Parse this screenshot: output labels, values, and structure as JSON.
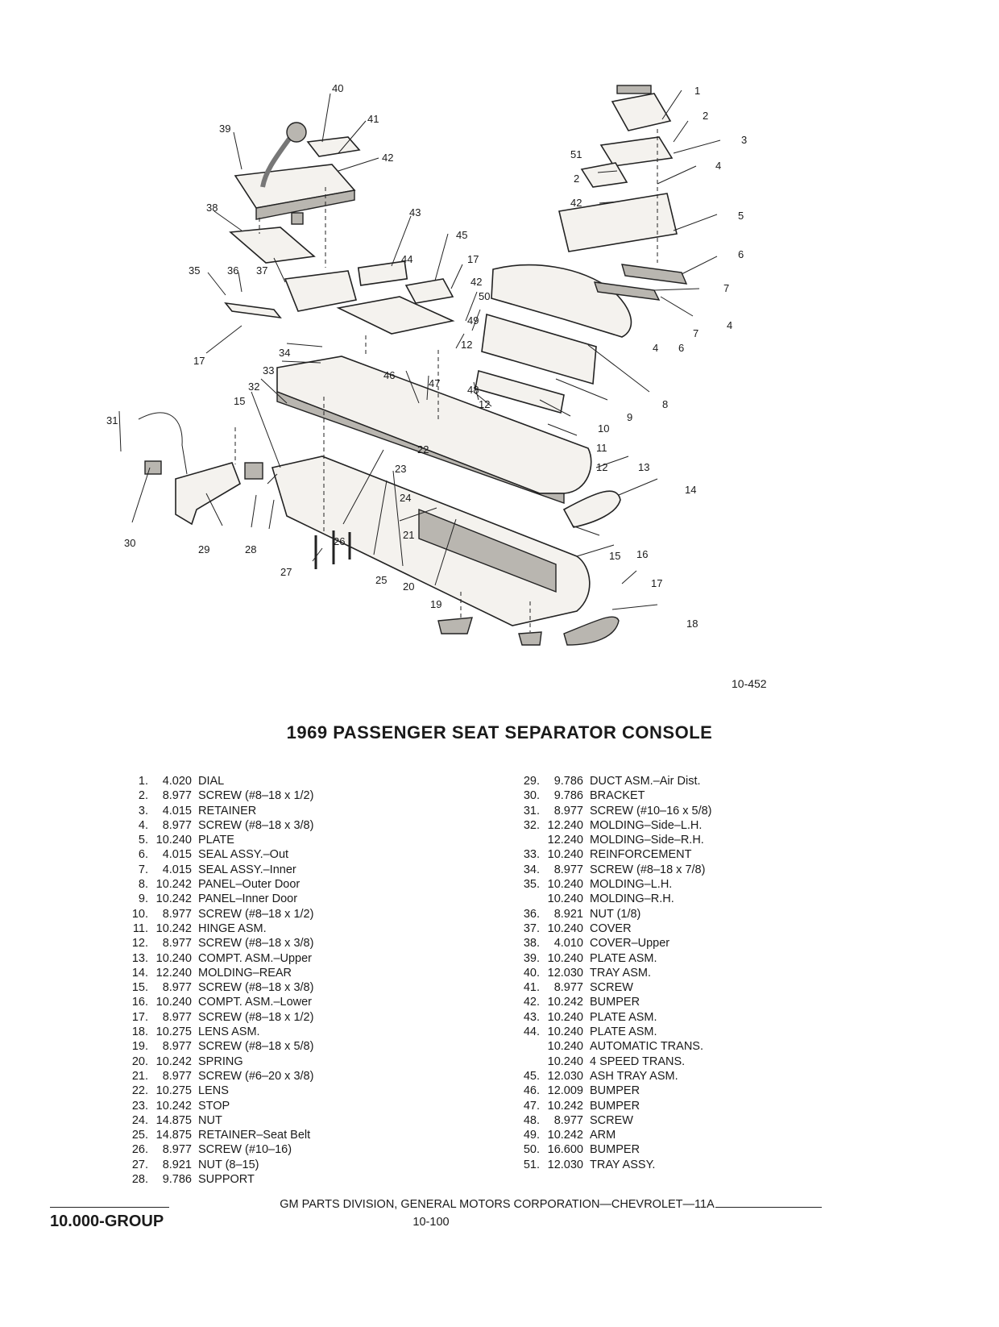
{
  "diagram": {
    "callouts": [
      "1",
      "2",
      "3",
      "4",
      "5",
      "6",
      "7",
      "7",
      "4",
      "4",
      "6",
      "8",
      "9",
      "10",
      "11",
      "12",
      "13",
      "14",
      "15",
      "16",
      "17",
      "18",
      "19",
      "20",
      "21",
      "22",
      "23",
      "24",
      "25",
      "26",
      "27",
      "28",
      "29",
      "30",
      "31",
      "32",
      "33",
      "34",
      "35",
      "36",
      "37",
      "38",
      "39",
      "40",
      "41",
      "42",
      "43",
      "44",
      "45",
      "17",
      "42",
      "50",
      "49",
      "12",
      "48",
      "12",
      "46",
      "47",
      "15",
      "17",
      "51",
      "2",
      "42"
    ],
    "figure_number": "10-452"
  },
  "title": "1969 PASSENGER SEAT SEPARATOR CONSOLE",
  "parts_left": [
    {
      "no": "1.",
      "code": "4.020",
      "desc": "DIAL"
    },
    {
      "no": "2.",
      "code": "8.977",
      "desc": "SCREW (#8–18 x 1/2)"
    },
    {
      "no": "3.",
      "code": "4.015",
      "desc": "RETAINER"
    },
    {
      "no": "4.",
      "code": "8.977",
      "desc": "SCREW (#8–18 x 3/8)"
    },
    {
      "no": "5.",
      "code": "10.240",
      "desc": "PLATE"
    },
    {
      "no": "6.",
      "code": "4.015",
      "desc": "SEAL ASSY.–Out"
    },
    {
      "no": "7.",
      "code": "4.015",
      "desc": "SEAL ASSY.–Inner"
    },
    {
      "no": "8.",
      "code": "10.242",
      "desc": "PANEL–Outer Door"
    },
    {
      "no": "9.",
      "code": "10.242",
      "desc": "PANEL–Inner Door"
    },
    {
      "no": "10.",
      "code": "8.977",
      "desc": "SCREW (#8–18 x 1/2)"
    },
    {
      "no": "11.",
      "code": "10.242",
      "desc": "HINGE ASM."
    },
    {
      "no": "12.",
      "code": "8.977",
      "desc": "SCREW (#8–18 x 3/8)"
    },
    {
      "no": "13.",
      "code": "10.240",
      "desc": "COMPT. ASM.–Upper"
    },
    {
      "no": "14.",
      "code": "12.240",
      "desc": "MOLDING–REAR"
    },
    {
      "no": "15.",
      "code": "8.977",
      "desc": "SCREW (#8–18 x 3/8)"
    },
    {
      "no": "16.",
      "code": "10.240",
      "desc": "COMPT. ASM.–Lower"
    },
    {
      "no": "17.",
      "code": "8.977",
      "desc": "SCREW (#8–18 x 1/2)"
    },
    {
      "no": "18.",
      "code": "10.275",
      "desc": "LENS ASM."
    },
    {
      "no": "19.",
      "code": "8.977",
      "desc": "SCREW (#8–18 x 5/8)"
    },
    {
      "no": "20.",
      "code": "10.242",
      "desc": "SPRING"
    },
    {
      "no": "21.",
      "code": "8.977",
      "desc": "SCREW (#6–20 x 3/8)"
    },
    {
      "no": "22.",
      "code": "10.275",
      "desc": "LENS"
    },
    {
      "no": "23.",
      "code": "10.242",
      "desc": "STOP"
    },
    {
      "no": "24.",
      "code": "14.875",
      "desc": "NUT"
    },
    {
      "no": "25.",
      "code": "14.875",
      "desc": "RETAINER–Seat Belt"
    },
    {
      "no": "26.",
      "code": "8.977",
      "desc": "SCREW (#10–16)"
    },
    {
      "no": "27.",
      "code": "8.921",
      "desc": "NUT (8–15)"
    },
    {
      "no": "28.",
      "code": "9.786",
      "desc": "SUPPORT"
    }
  ],
  "parts_right": [
    {
      "no": "29.",
      "code": "9.786",
      "desc": "DUCT ASM.–Air Dist."
    },
    {
      "no": "30.",
      "code": "9.786",
      "desc": "BRACKET"
    },
    {
      "no": "31.",
      "code": "8.977",
      "desc": "SCREW (#10–16 x 5/8)"
    },
    {
      "no": "32.",
      "code": "12.240",
      "desc": "MOLDING–Side–L.H."
    },
    {
      "no": "",
      "code": "12.240",
      "desc": "MOLDING–Side–R.H."
    },
    {
      "no": "33.",
      "code": "10.240",
      "desc": "REINFORCEMENT"
    },
    {
      "no": "34.",
      "code": "8.977",
      "desc": "SCREW (#8–18 x 7/8)"
    },
    {
      "no": "35.",
      "code": "10.240",
      "desc": "MOLDING–L.H."
    },
    {
      "no": "",
      "code": "10.240",
      "desc": "MOLDING–R.H."
    },
    {
      "no": "36.",
      "code": "8.921",
      "desc": "NUT (1/8)"
    },
    {
      "no": "37.",
      "code": "10.240",
      "desc": "COVER"
    },
    {
      "no": "38.",
      "code": "4.010",
      "desc": "COVER–Upper"
    },
    {
      "no": "39.",
      "code": "10.240",
      "desc": "PLATE ASM."
    },
    {
      "no": "40.",
      "code": "12.030",
      "desc": "TRAY ASM."
    },
    {
      "no": "41.",
      "code": "8.977",
      "desc": "SCREW"
    },
    {
      "no": "42.",
      "code": "10.242",
      "desc": "BUMPER"
    },
    {
      "no": "43.",
      "code": "10.240",
      "desc": "PLATE ASM."
    },
    {
      "no": "44.",
      "code": "10.240",
      "desc": "PLATE ASM."
    },
    {
      "no": "",
      "code": "10.240",
      "desc": "AUTOMATIC TRANS."
    },
    {
      "no": "",
      "code": "10.240",
      "desc": "4 SPEED TRANS."
    },
    {
      "no": "45.",
      "code": "12.030",
      "desc": "ASH TRAY ASM."
    },
    {
      "no": "46.",
      "code": "12.009",
      "desc": "BUMPER"
    },
    {
      "no": "47.",
      "code": "10.242",
      "desc": "BUMPER"
    },
    {
      "no": "48.",
      "code": "8.977",
      "desc": "SCREW"
    },
    {
      "no": "49.",
      "code": "10.242",
      "desc": "ARM"
    },
    {
      "no": "50.",
      "code": "16.600",
      "desc": "BUMPER"
    },
    {
      "no": "51.",
      "code": "12.030",
      "desc": "TRAY ASSY."
    }
  ],
  "footer": {
    "credit": "GM PARTS DIVISION, GENERAL MOTORS CORPORATION—CHEVROLET—11A",
    "group_label": "10.000-GROUP",
    "page_number": "10-100"
  }
}
